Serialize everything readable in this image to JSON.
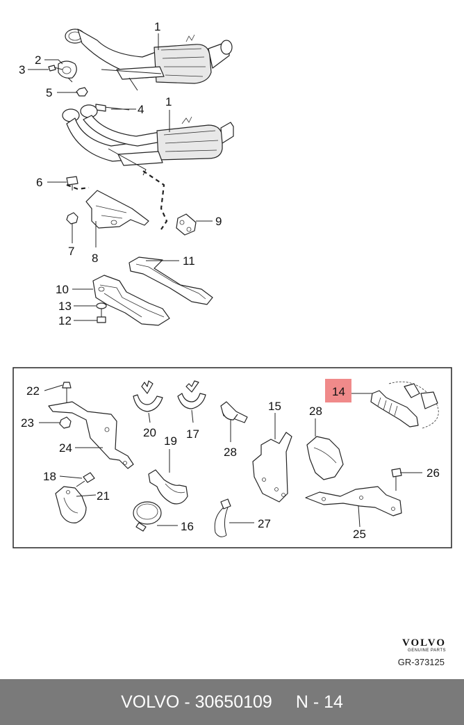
{
  "callouts": {
    "c1a": "1",
    "c1b": "1",
    "c2": "2",
    "c3": "3",
    "c4": "4",
    "c5": "5",
    "c6": "6",
    "c7": "7",
    "c8": "8",
    "c9": "9",
    "c10": "10",
    "c11": "11",
    "c12": "12",
    "c13": "13",
    "c14": "14",
    "c15": "15",
    "c16": "16",
    "c17": "17",
    "c18": "18",
    "c19": "19",
    "c20": "20",
    "c21": "21",
    "c22": "22",
    "c23": "23",
    "c24": "24",
    "c25": "25",
    "c26": "26",
    "c27": "27",
    "c28a": "28",
    "c28b": "28"
  },
  "highlight": {
    "part": "14",
    "color": "#f08a8a"
  },
  "brand": {
    "logo": "VOLVO",
    "subtitle": "GENUINE PARTS"
  },
  "reference": "GR-373125",
  "footer": {
    "part_info": "VOLVO - 30650109",
    "position": "N - 14"
  },
  "colors": {
    "footer_bg": "#7a7a7a",
    "highlight": "#f08a8a"
  }
}
